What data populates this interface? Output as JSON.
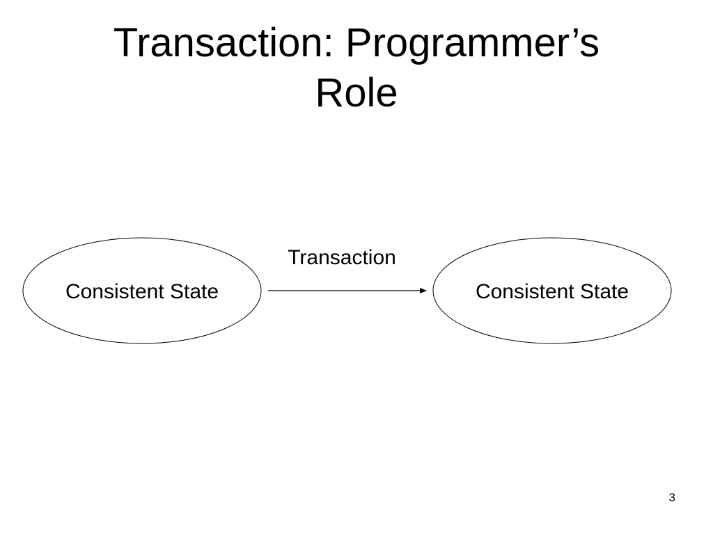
{
  "slide": {
    "title_line1": "Transaction: Programmer’s",
    "title_line2": "Role",
    "page_number": "3"
  },
  "diagram": {
    "source_state": "Consistent State",
    "target_state": "Consistent State",
    "arrow_label": "Transaction"
  }
}
